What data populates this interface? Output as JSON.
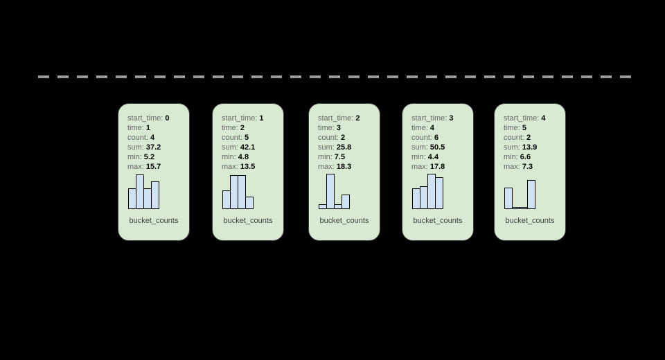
{
  "diagram": {
    "background_color": "#000000",
    "timeline": {
      "style": "dashed",
      "color": "#999999"
    },
    "card_color": "#d9ead3",
    "bar_color": "#cfe2f3",
    "field_labels": [
      "start_time:",
      "time:",
      "count:",
      "sum:",
      "min:",
      "max:"
    ],
    "cards": [
      {
        "values": [
          "0",
          "1",
          "4",
          "37.2",
          "5.2",
          "15.7"
        ],
        "bucket_label": "bucket_counts",
        "bars": [
          30,
          50,
          30,
          40
        ]
      },
      {
        "values": [
          "1",
          "2",
          "5",
          "42.1",
          "4.8",
          "13.5"
        ],
        "bucket_label": "bucket_counts",
        "bars": [
          27,
          49,
          49,
          18
        ]
      },
      {
        "values": [
          "2",
          "3",
          "2",
          "25.8",
          "7.5",
          "18.3"
        ],
        "bucket_label": "bucket_counts",
        "bars": [
          7,
          51,
          7,
          21
        ]
      },
      {
        "values": [
          "3",
          "4",
          "6",
          "50.5",
          "4.4",
          "17.8"
        ],
        "bucket_label": "bucket_counts",
        "bars": [
          30,
          33,
          51,
          46
        ]
      },
      {
        "values": [
          "4",
          "5",
          "2",
          "13.9",
          "6.6",
          "7.3"
        ],
        "bucket_label": "bucket_counts",
        "bars": [
          31,
          3,
          3,
          42
        ]
      }
    ]
  },
  "chart_data": [
    {
      "type": "bar",
      "title": "bucket_counts",
      "values": [
        30,
        50,
        30,
        40
      ]
    },
    {
      "type": "bar",
      "title": "bucket_counts",
      "values": [
        27,
        49,
        49,
        18
      ]
    },
    {
      "type": "bar",
      "title": "bucket_counts",
      "values": [
        7,
        51,
        7,
        21
      ]
    },
    {
      "type": "bar",
      "title": "bucket_counts",
      "values": [
        30,
        33,
        51,
        46
      ]
    },
    {
      "type": "bar",
      "title": "bucket_counts",
      "values": [
        31,
        3,
        3,
        42
      ]
    }
  ]
}
